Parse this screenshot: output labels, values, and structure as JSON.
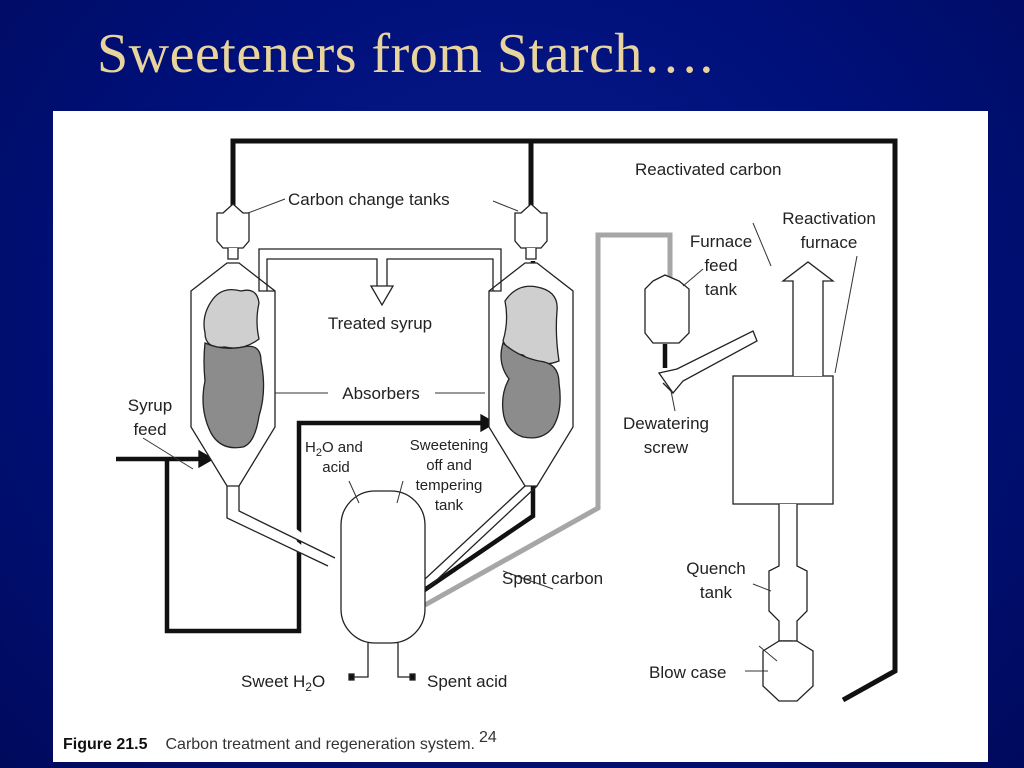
{
  "slide": {
    "title": "Sweeteners from Starch…."
  },
  "diagram": {
    "labels": {
      "carbon_change_tanks": "Carbon change tanks",
      "reactivated_carbon": "Reactivated carbon",
      "reactivation_furnace_l1": "Reactivation",
      "reactivation_furnace_l2": "furnace",
      "furnace_feed_tank_l1": "Furnace",
      "furnace_feed_tank_l2": "feed",
      "furnace_feed_tank_l3": "tank",
      "treated_syrup": "Treated syrup",
      "absorbers": "Absorbers",
      "syrup_feed_l1": "Syrup",
      "syrup_feed_l2": "feed",
      "h2o_acid_l1_pre": "H",
      "h2o_acid_l1_sub": "2",
      "h2o_acid_l1_post": "O and",
      "h2o_acid_l2": "acid",
      "sweetening_l1": "Sweetening",
      "sweetening_l2": "off and",
      "sweetening_l3": "tempering",
      "sweetening_l4": "tank",
      "dewatering_screw_l1": "Dewatering",
      "dewatering_screw_l2": "screw",
      "spent_carbon": "Spent carbon",
      "quench_tank_l1": "Quench",
      "quench_tank_l2": "tank",
      "blow_case": "Blow case",
      "sweet_h2o_pre": "Sweet H",
      "sweet_h2o_sub": "2",
      "sweet_h2o_post": "O",
      "spent_acid": "Spent acid"
    },
    "caption": {
      "number": "Figure 21.5",
      "text": "Carbon treatment and regeneration system.",
      "ref": "24"
    }
  },
  "colors": {
    "background": "#00107a",
    "title": "#e8d49c",
    "carbon_light": "#cfcfcf",
    "carbon_dark": "#8c8c8c",
    "pipe_gray": "#a6a6a6"
  }
}
